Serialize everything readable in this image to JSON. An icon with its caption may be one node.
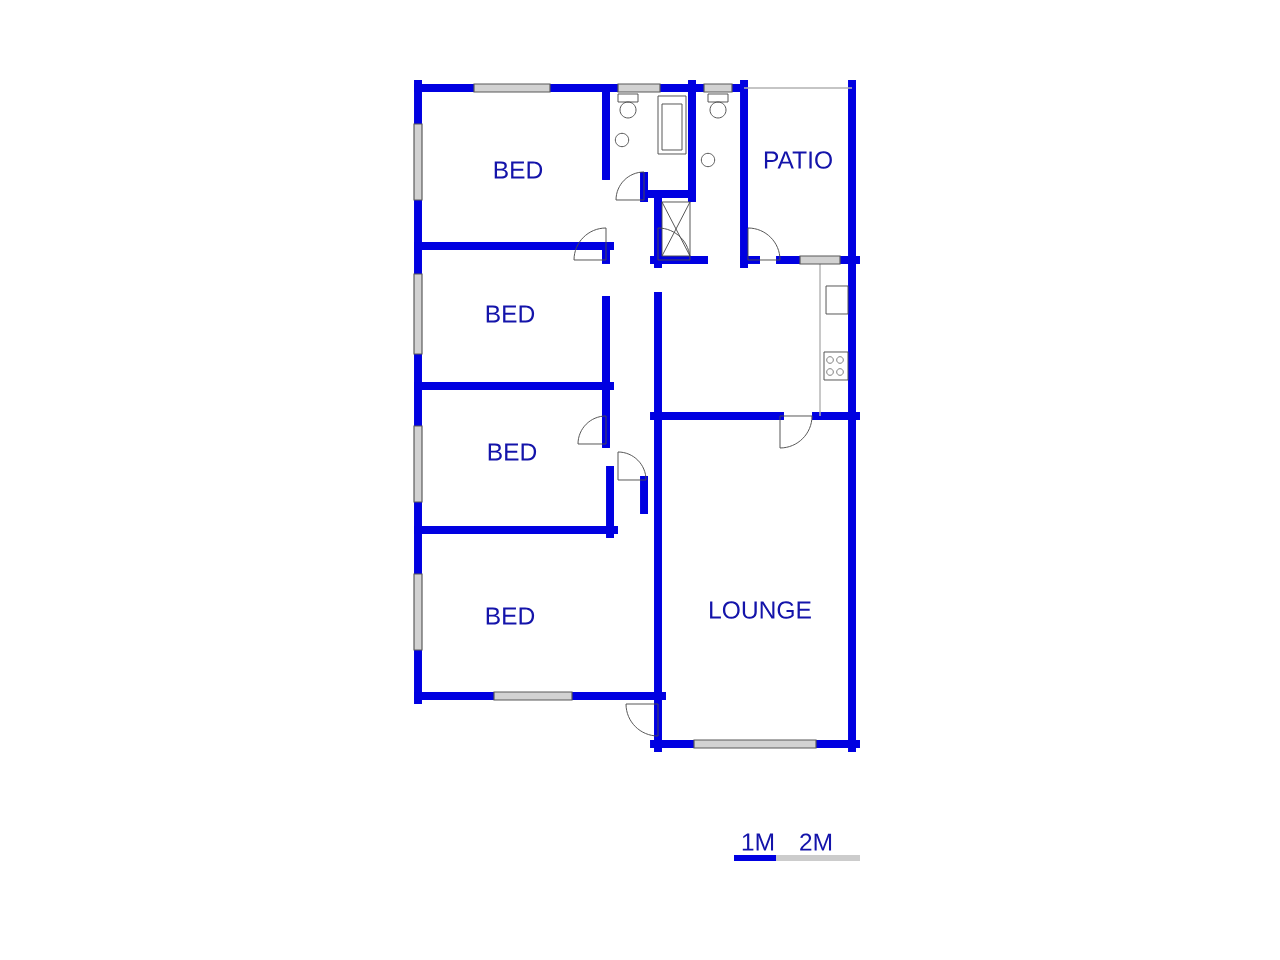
{
  "diagram": {
    "labels": [
      "BED",
      "PATIO",
      "BED",
      "BED",
      "BED",
      "LOUNGE",
      "1M",
      "2M"
    ]
  }
}
